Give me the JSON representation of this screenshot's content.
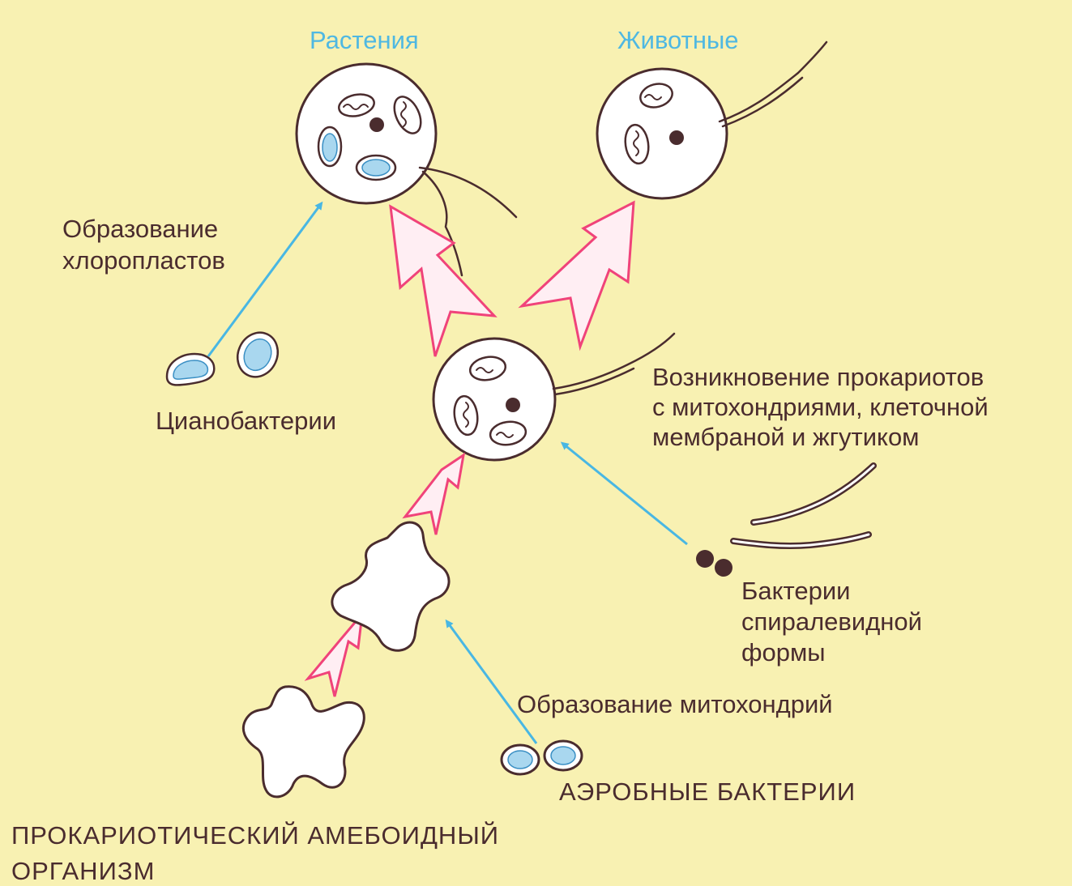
{
  "groups": {
    "plants": "Растения",
    "animals": "Животные"
  },
  "labels": {
    "chloroplast_formation_line1": "Образование",
    "chloroplast_formation_line2": "хлоропластов",
    "cyanobacteria": "Цианобактерии",
    "eukaryote_origin_line1": "Возникновение прокариотов",
    "eukaryote_origin_line2": "с митохондриями, клеточной",
    "eukaryote_origin_line3": "мембраной и жгутиком",
    "spiral_bacteria_line1": "Бактерии",
    "spiral_bacteria_line2": "спиралевидной",
    "spiral_bacteria_line3": "формы",
    "mitochondria_formation": "Образование митохондрий",
    "aerobic_bacteria": "АЭРОБНЫЕ  БАКТЕРИИ",
    "prokaryote_line1": "ПРОКАРИОТИЧЕСКИЙ  АМЕБОИДНЫЙ",
    "prokaryote_line2": "ОРГАНИЗМ"
  },
  "colors": {
    "background": "#f8f1b2",
    "outline": "#4a2c2e",
    "title_text": "#4fb8e2",
    "evolution_arrow": "#f0437a",
    "symbiosis_arrow": "#49b7e3",
    "chloroplast_fill": "#a9d7ef"
  }
}
